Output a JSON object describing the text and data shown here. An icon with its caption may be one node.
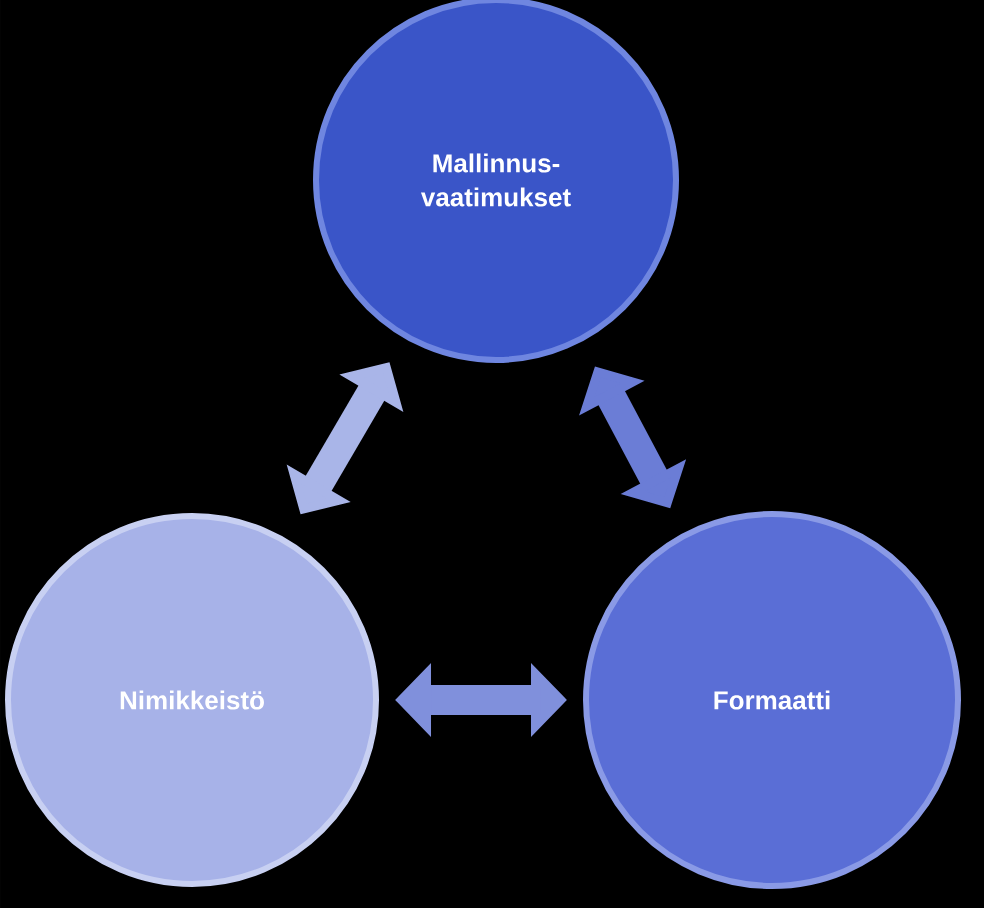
{
  "diagram": {
    "nodes": [
      {
        "text": [
          "Mallinnus-vaatimukset"
        ]
      },
      {
        "text": [
          "Nimikkeistö"
        ]
      },
      {
        "text": [
          "Formaatti"
        ]
      }
    ],
    "edges": [
      {
        "from": 0,
        "to": 1,
        "arrow": "both",
        "color": "#a9b5e8"
      },
      {
        "from": 0,
        "to": 2,
        "arrow": "both",
        "color": "#6b7dd6"
      },
      {
        "from": 1,
        "to": 2,
        "arrow": "both",
        "color": "#8090dc"
      }
    ]
  }
}
